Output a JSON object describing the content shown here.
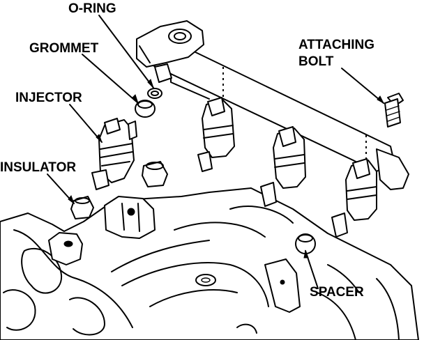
{
  "labels": {
    "o_ring": "O-RING",
    "grommet": "GROMMET",
    "injector": "INJECTOR",
    "insulator": "INSULATOR",
    "attaching_bolt_line1": "ATTACHING",
    "attaching_bolt_line2": "BOLT",
    "spacer": "SPACER"
  },
  "colors": {
    "ink": "#000000",
    "paper": "#ffffff"
  }
}
